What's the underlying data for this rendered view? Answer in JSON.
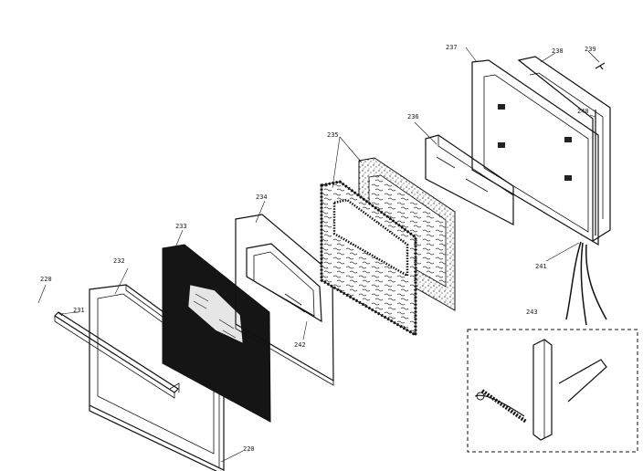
{
  "diagram": {
    "callouts": {
      "c220a": "220",
      "c231": "231",
      "c232": "232",
      "c233": "233",
      "c234": "234",
      "c235": "235",
      "c236": "236",
      "c237": "237",
      "c238": "238",
      "c239": "239",
      "c240": "240",
      "c241": "241",
      "c242": "242",
      "c243": "243",
      "c220b": "220"
    }
  }
}
